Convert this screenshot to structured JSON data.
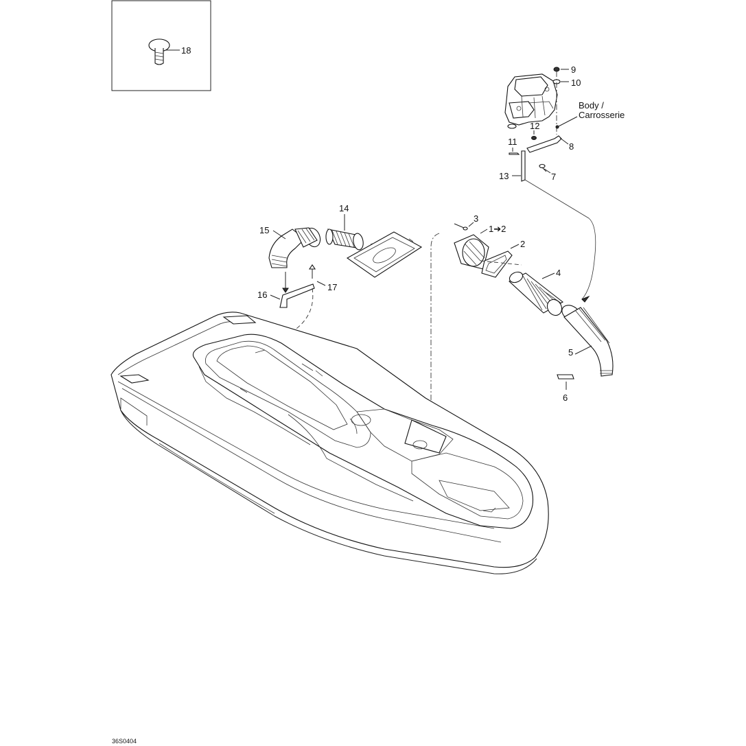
{
  "callouts": {
    "c1": "1➔2",
    "c2": "2",
    "c3": "3",
    "c4": "4",
    "c5": "5",
    "c6": "6",
    "c7": "7",
    "c8": "8",
    "c9": "9",
    "c10": "10",
    "c11": "11",
    "c12": "12",
    "c13": "13",
    "c14": "14",
    "c15": "15",
    "c16": "16",
    "c17": "17",
    "c18": "18"
  },
  "body_note": {
    "line1": "Body /",
    "line2": "Carrosserie"
  },
  "figure_ref": "36S0404"
}
